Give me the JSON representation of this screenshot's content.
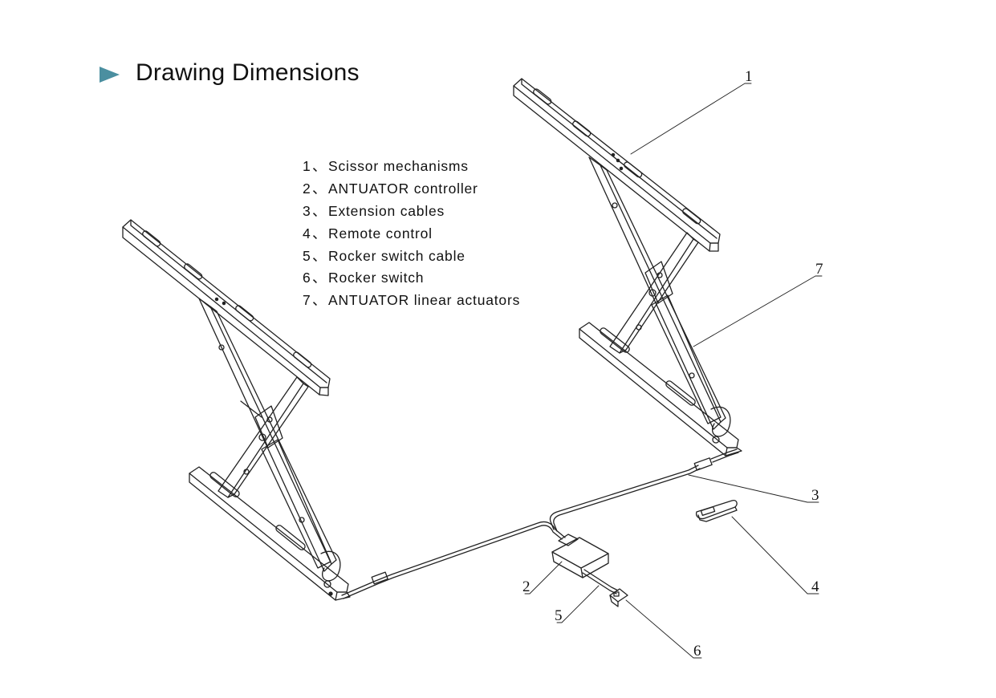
{
  "header": {
    "title": "Drawing Dimensions"
  },
  "legend": {
    "items": [
      {
        "num": "1",
        "sep": "、",
        "label": "Scissor mechanisms"
      },
      {
        "num": "2",
        "sep": "、",
        "label": "ANTUATOR controller"
      },
      {
        "num": "3",
        "sep": "、",
        "label": "Extension cables"
      },
      {
        "num": "4",
        "sep": "、",
        "label": "Remote control"
      },
      {
        "num": "5",
        "sep": "、",
        "label": "Rocker switch cable"
      },
      {
        "num": "6",
        "sep": "、",
        "label": "Rocker switch"
      },
      {
        "num": "7",
        "sep": "、",
        "label": "ANTUATOR linear actuators"
      }
    ]
  },
  "callouts": [
    "1",
    "7",
    "3",
    "4",
    "2",
    "5",
    "6"
  ],
  "colors": {
    "accent": "#4b8fa0",
    "line": "#222222"
  }
}
